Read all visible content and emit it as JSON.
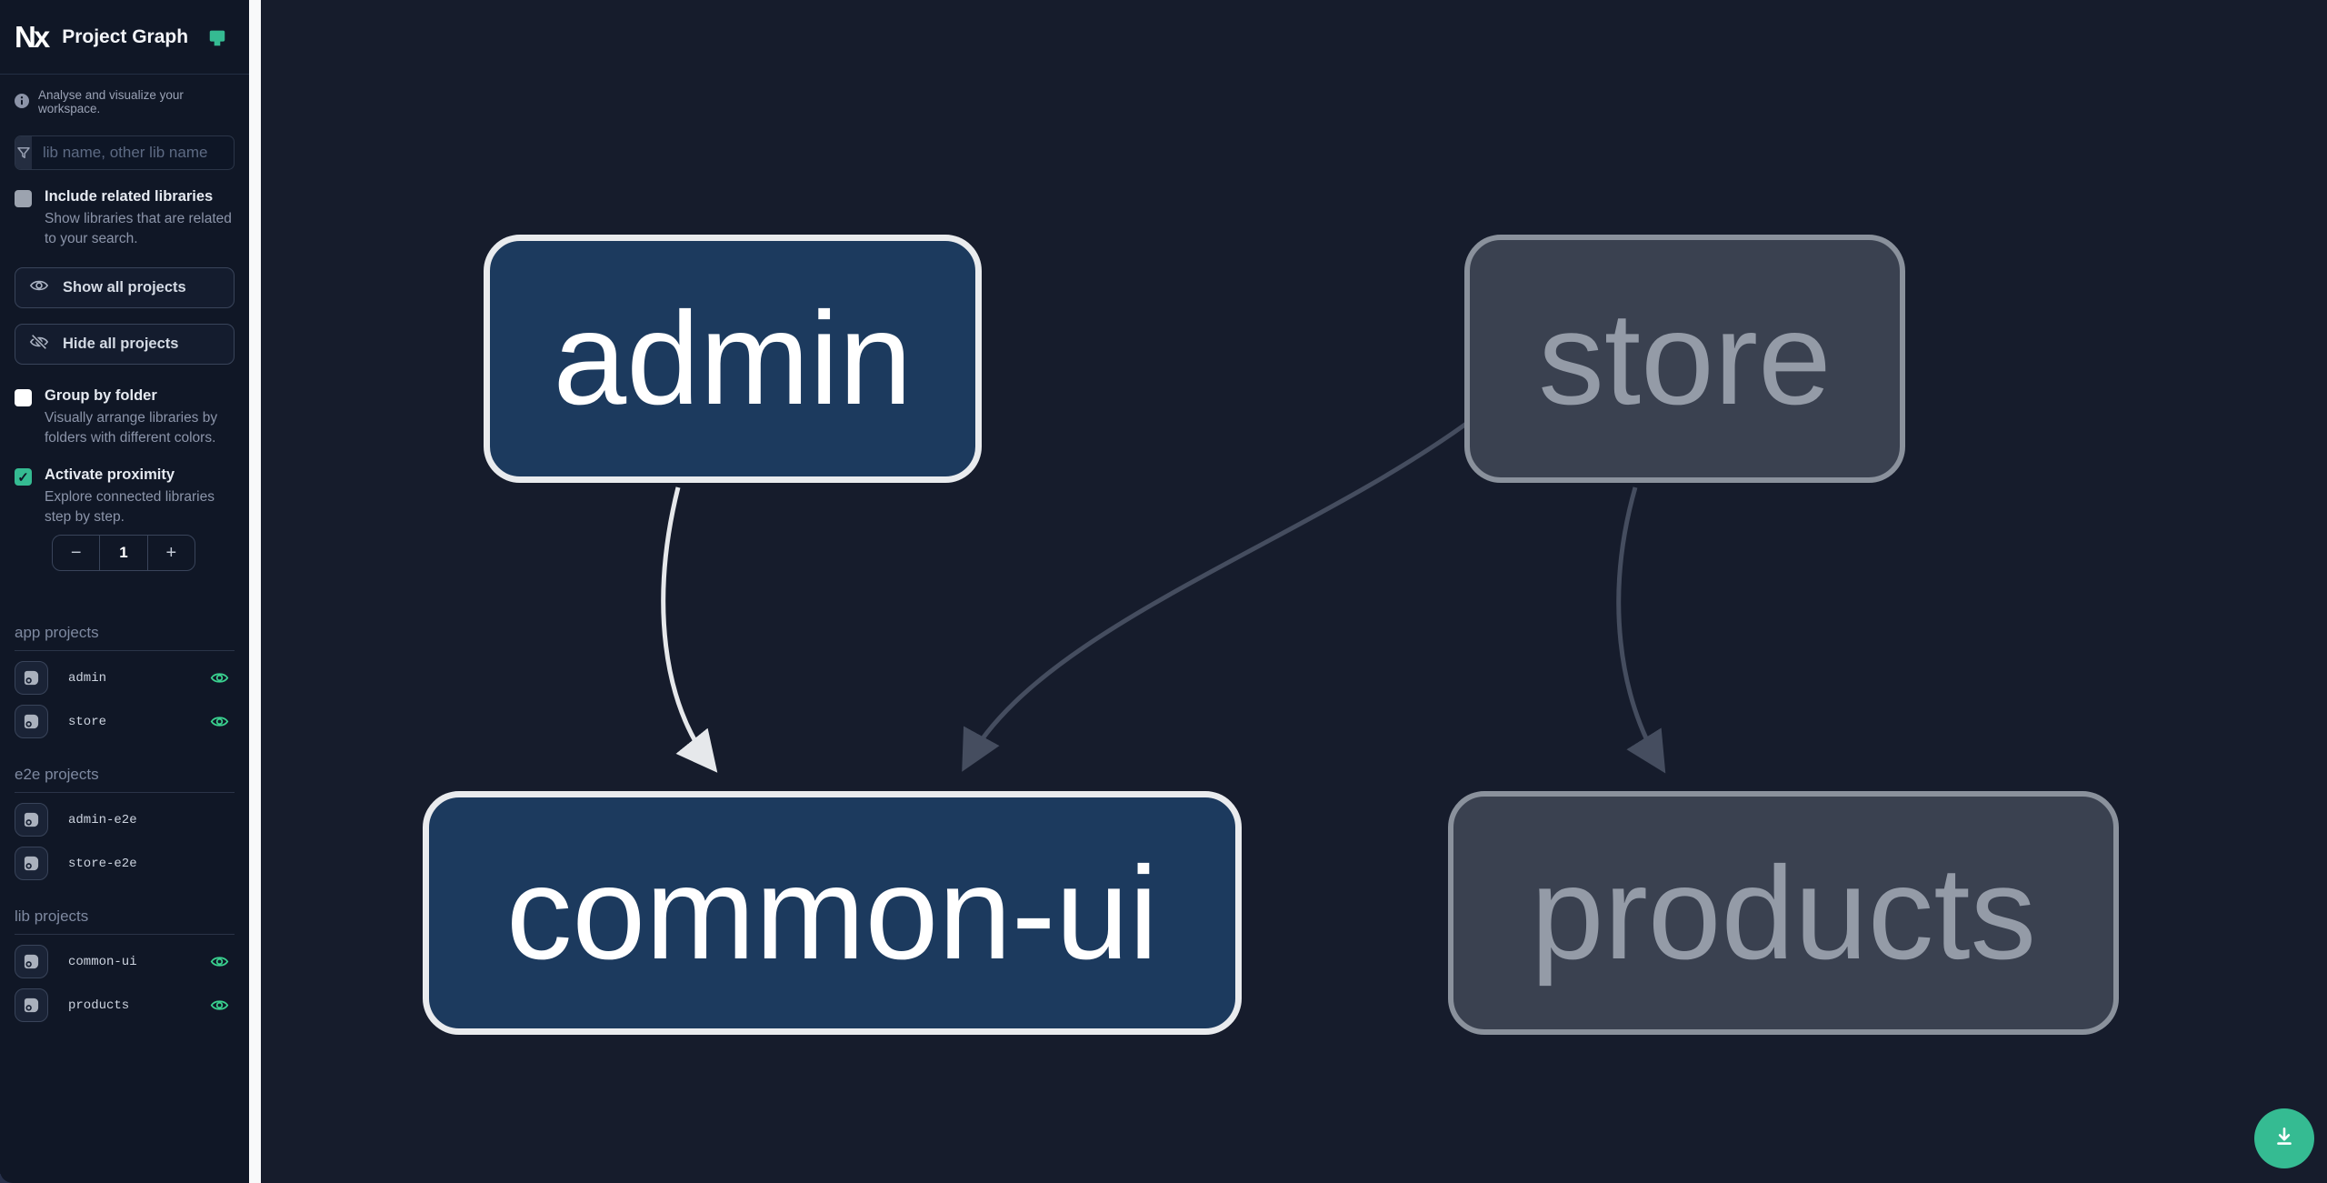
{
  "header": {
    "logo_text": "Nx",
    "title": "Project Graph"
  },
  "banner": {
    "text": "Analyse and visualize your workspace."
  },
  "search": {
    "placeholder": "lib name, other lib name",
    "value": ""
  },
  "options": {
    "include_related": {
      "label": "Include related libraries",
      "description": "Show libraries that are related to your search.",
      "checked": false
    },
    "group_by_folder": {
      "label": "Group by folder",
      "description": "Visually arrange libraries by folders with different colors.",
      "checked": false
    },
    "activate_proximity": {
      "label": "Activate proximity",
      "description": "Explore connected libraries step by step.",
      "checked": true,
      "checkmark": "✓"
    }
  },
  "actions": {
    "show_all": "Show all projects",
    "hide_all": "Hide all projects"
  },
  "stepper": {
    "decrement": "−",
    "value": "1",
    "increment": "+"
  },
  "sections": [
    {
      "title": "app projects",
      "items": [
        {
          "name": "admin",
          "visible": true
        },
        {
          "name": "store",
          "visible": true
        }
      ]
    },
    {
      "title": "e2e projects",
      "items": [
        {
          "name": "admin-e2e",
          "visible": false
        },
        {
          "name": "store-e2e",
          "visible": false
        }
      ]
    },
    {
      "title": "lib projects",
      "items": [
        {
          "name": "common-ui",
          "visible": true
        },
        {
          "name": "products",
          "visible": true
        }
      ]
    }
  ],
  "graph": {
    "nodes": [
      {
        "id": "admin",
        "label": "admin",
        "state": "focused"
      },
      {
        "id": "store",
        "label": "store",
        "state": "faded"
      },
      {
        "id": "common-ui",
        "label": "common-ui",
        "state": "focused"
      },
      {
        "id": "products",
        "label": "products",
        "state": "faded"
      }
    ],
    "edges": [
      {
        "from": "admin",
        "to": "common-ui",
        "style": "highlighted"
      },
      {
        "from": "store",
        "to": "common-ui",
        "style": "faded"
      },
      {
        "from": "store",
        "to": "products",
        "style": "faded"
      }
    ]
  },
  "colors": {
    "accent_green": "#35bb92",
    "eye_green": "#3ad18f",
    "node_focused_bg": "#1c3a5e",
    "node_focused_border": "#e9ebee",
    "node_faded_bg": "#3a4150",
    "node_faded_border": "#8a919c",
    "edge_light": "#e6e8eb",
    "edge_dark": "#454d5f",
    "sidebar_bg": "#101726",
    "canvas_bg": "#161c2c"
  }
}
